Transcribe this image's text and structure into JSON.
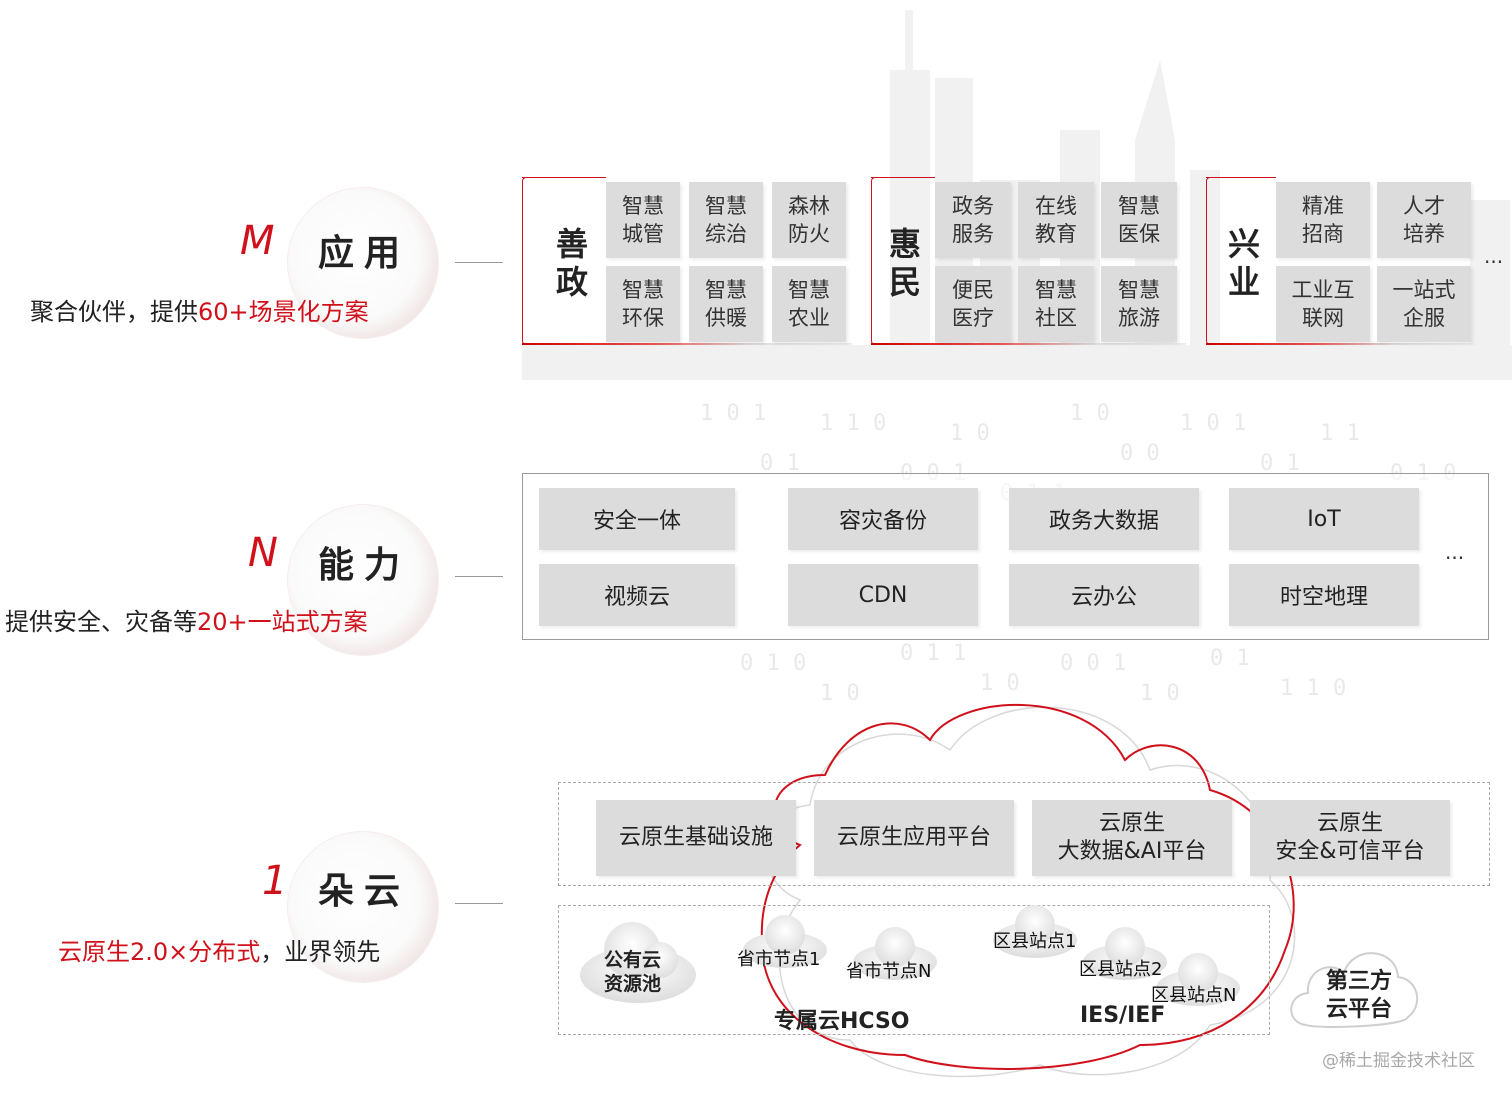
{
  "rows": {
    "m": {
      "letter": "M",
      "title": "应用",
      "sub_plain": "聚合伙伴，提供",
      "sub_red": "60+场景化方案"
    },
    "n": {
      "letter": "N",
      "title": "能力",
      "sub_plain": "提供安全、灾备等",
      "sub_red": "20+一站式方案"
    },
    "one": {
      "letter": "1",
      "title": "朵云",
      "sub_red": "云原生2.0×分布式",
      "sub_plain": "，业界领先"
    }
  },
  "app_groups": [
    {
      "label": "善政",
      "tiles": [
        "智慧城管",
        "智慧综治",
        "森林防火",
        "智慧环保",
        "智慧供暖",
        "智慧农业"
      ]
    },
    {
      "label": "惠民",
      "tiles": [
        "政务服务",
        "在线教育",
        "智慧医保",
        "便民医疗",
        "智慧社区",
        "智慧旅游"
      ]
    },
    {
      "label": "兴业",
      "tiles": [
        "精准招商",
        "人才培养",
        "工业互联网",
        "一站式企服"
      ]
    }
  ],
  "app_ellipsis": "...",
  "capabilities": [
    "安全一体",
    "容灾备份",
    "政务大数据",
    "IoT",
    "视频云",
    "CDN",
    "云办公",
    "时空地理"
  ],
  "cap_ellipsis": "...",
  "platforms": [
    "云原生基础设施",
    "云原生应用平台",
    "云原生大数据&AI平台",
    "云原生安全&可信平台"
  ],
  "platform_lines": [
    [
      "云原生基础设施"
    ],
    [
      "云原生应用平台"
    ],
    [
      "云原生",
      "大数据&AI平台"
    ],
    [
      "云原生",
      "安全&可信平台"
    ]
  ],
  "deployment": {
    "public_cloud": [
      "公有云",
      "资源池"
    ],
    "node_1": "省市节点1",
    "node_n": "省市节点N",
    "hcso": "专属云HCSO",
    "site_1": "区县站点1",
    "site_2": "区县站点2",
    "site_n": "区县站点N",
    "ies": "IES/IEF",
    "third_party": [
      "第三方",
      "云平台"
    ]
  },
  "watermark": "@稀土掘金技术社区",
  "colors": {
    "accent": "#d0111b",
    "tile": "#dcdcdc",
    "border": "#9a9a9a"
  }
}
